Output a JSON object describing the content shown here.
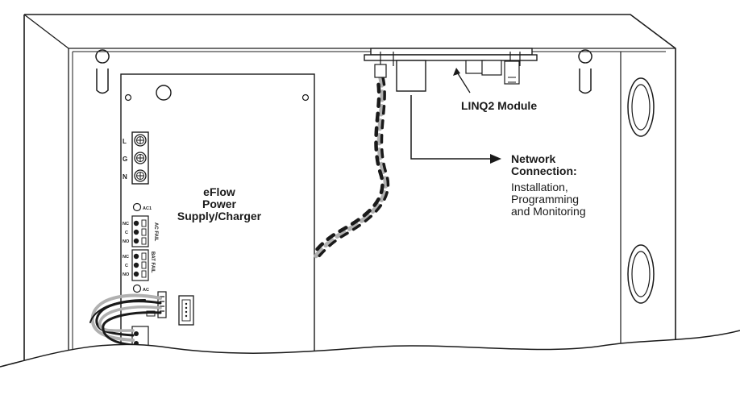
{
  "power_supply": {
    "title_lines": [
      "eFlow",
      "Power",
      "Supply/Charger"
    ],
    "terminal_labels": [
      "L",
      "G",
      "N"
    ],
    "ac1_label": "AC1",
    "ac_label": "AC",
    "relay_rows": [
      "NC",
      "C",
      "NO",
      "NC",
      "C",
      "NO"
    ],
    "ac_fail_label": "AC FAIL",
    "bat_fail_label": "BAT FAIL"
  },
  "module": {
    "label": "LINQ2 Module"
  },
  "network": {
    "lines": [
      "Network",
      "Connection:",
      "Installation,",
      "Programming",
      "and Monitoring"
    ]
  },
  "colors": {
    "line": "#1a1a1a",
    "cable_dark": "#1a1a1a",
    "cable_light": "#b0b0b0",
    "background": "#ffffff"
  }
}
